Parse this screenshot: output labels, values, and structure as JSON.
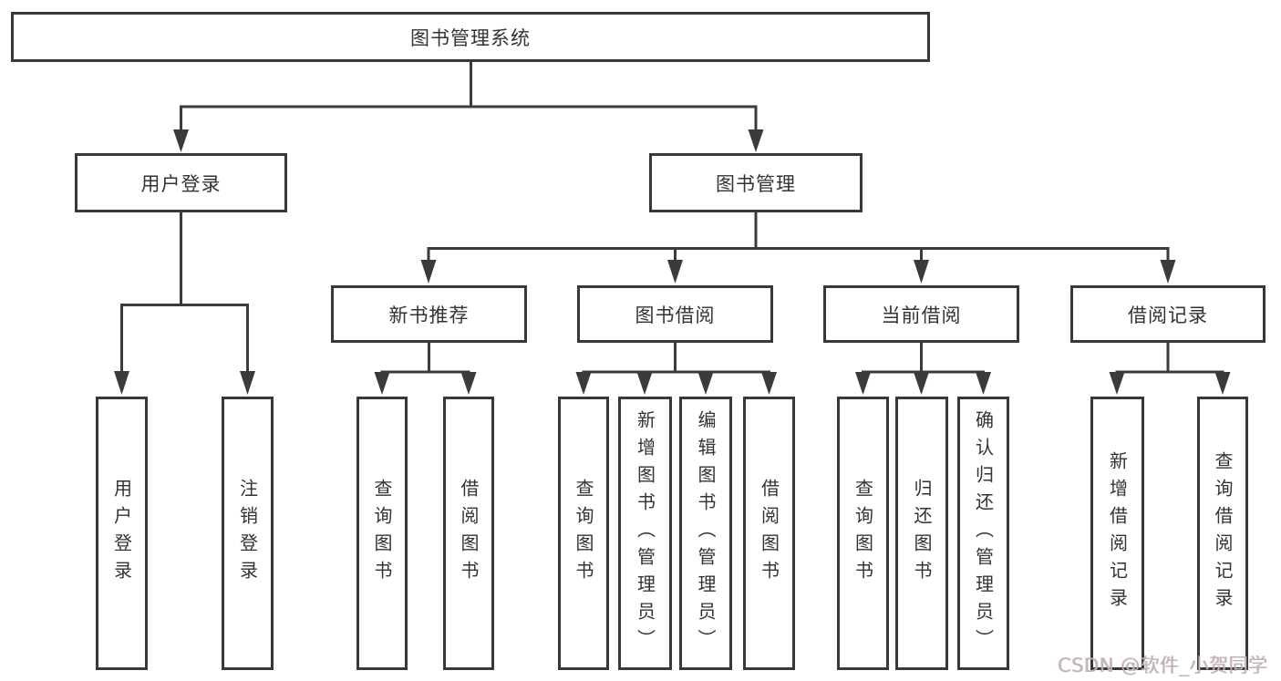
{
  "diagram": {
    "tree": {
      "label": "图书管理系统",
      "children": [
        {
          "label": "用户登录",
          "children": [
            {
              "label": "用户登录"
            },
            {
              "label": "注销登录"
            }
          ]
        },
        {
          "label": "图书管理",
          "children": [
            {
              "label": "新书推荐",
              "children": [
                {
                  "label": "查询图书"
                },
                {
                  "label": "借阅图书"
                }
              ]
            },
            {
              "label": "图书借阅",
              "children": [
                {
                  "label": "查询图书"
                },
                {
                  "label": "新增图书（管理员）"
                },
                {
                  "label": "编辑图书（管理员）"
                },
                {
                  "label": "借阅图书"
                }
              ]
            },
            {
              "label": "当前借阅",
              "children": [
                {
                  "label": "查询图书"
                },
                {
                  "label": "归还图书"
                },
                {
                  "label": "确认归还（管理员）"
                }
              ]
            },
            {
              "label": "借阅记录",
              "children": [
                {
                  "label": "新增借阅记录"
                },
                {
                  "label": "查询借阅记录"
                }
              ]
            }
          ]
        }
      ]
    },
    "colors": {
      "line": "#3b3b3b",
      "box_border": "#383838",
      "text": "#333333",
      "background": "#ffffff",
      "watermark": "#b7b7bb"
    }
  },
  "watermark": {
    "text": "CSDN @软件_小贺同学"
  }
}
